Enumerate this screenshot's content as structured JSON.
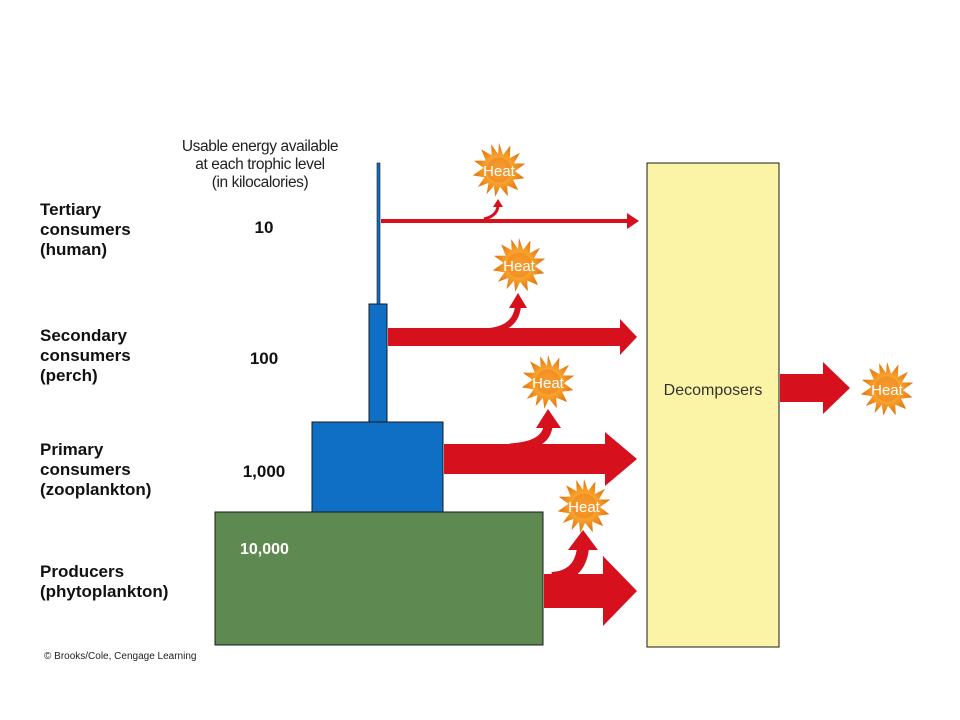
{
  "axis_title": "Usable energy available\nat each trophic level\n(in kilocalories)",
  "levels": [
    {
      "label": "Tertiary\nconsumers\n(human)",
      "energy": "10"
    },
    {
      "label": "Secondary\nconsumers\n(perch)",
      "energy": "100"
    },
    {
      "label": "Primary\nconsumers\n(zooplankton)",
      "energy": "1,000"
    },
    {
      "label": "Producers\n(phytoplankton)",
      "energy": "10,000"
    }
  ],
  "heat_label": "Heat",
  "decomposers_label": "Decomposers",
  "copyright": "© Brooks/Cole, Cengage Learning",
  "colors": {
    "producers": "#5e8a51",
    "consumers": "#0f6fc4",
    "arrow": "#d7101e",
    "decomposers": "#fbf3a6",
    "heat_burst": "#f08b1c"
  }
}
